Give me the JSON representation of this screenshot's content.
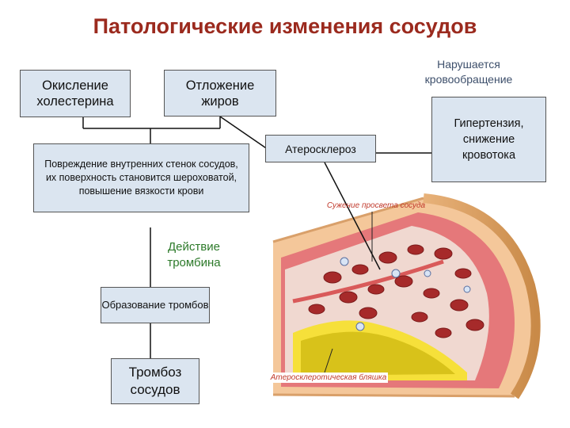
{
  "title": "Патологические изменения сосудов",
  "nodes": {
    "cholesterol": "Окисление холестерина",
    "fats": "Отложение жиров",
    "damage": "Повреждение внутренних стенок сосудов, их поверхность становится шероховатой, повышение вязкости крови",
    "atherosclerosis": "Атеросклероз",
    "circulation": "Нарушается кровообращение",
    "hypertension": "Гипертензия, снижение кровотока",
    "thrombin": "Действие тромбина",
    "clot_formation": "Образование тромбов",
    "thrombosis": "Тромбоз сосудов"
  },
  "illustration": {
    "label_top": "Сужение просвета сосуда",
    "label_bottom": "Атеросклеротическая бляшка"
  },
  "colors": {
    "title": "#9b2a1e",
    "box_fill": "#dbe5f0",
    "accent_label": "#2d7a2a",
    "circulation_label": "#3d4f6b",
    "illustration_label": "#c0392b"
  }
}
